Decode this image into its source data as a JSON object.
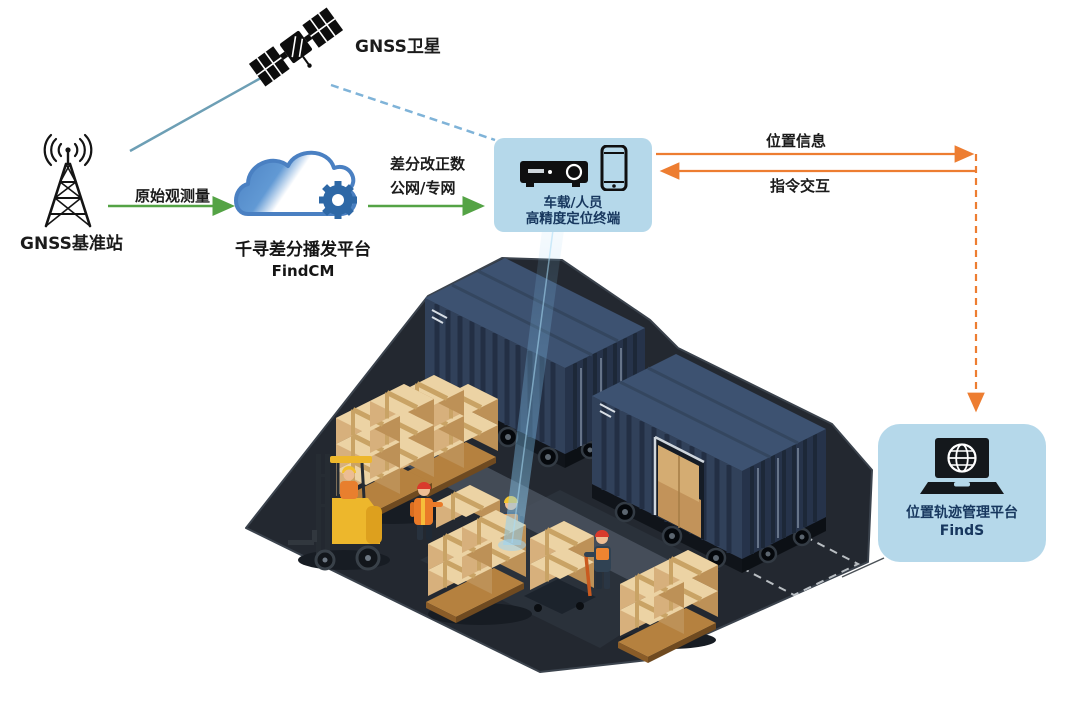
{
  "labels": {
    "satellite": "GNSS卫星",
    "base_station": "GNSS基准站",
    "raw_observation": "原始观测量",
    "cloud_line1": "千寻差分播发平台",
    "cloud_line2": "FindCM",
    "corrections_line1": "差分改正数",
    "corrections_line2": "公网/专网",
    "terminal_line1": "车载/人员",
    "terminal_line2": "高精度定位终端",
    "position_info": "位置信息",
    "command_interaction": "指令交互",
    "finds_line1": "位置轨迹管理平台",
    "finds_line2": "FindS"
  },
  "colors": {
    "callout_bg": "#b5d8ea",
    "callout_text": "#17375e",
    "green_arrow": "#54a345",
    "orange_arrow": "#ed7d31",
    "satellite_link_solid": "#6d9fb5",
    "satellite_link_dashed": "#7fb3d8",
    "cloud_blue": "#4a80c2",
    "container_navy": "#31415a",
    "box_tan": "#d7b07c",
    "forklift_yellow": "#edb72c"
  },
  "icons": {
    "satellite": "gnss-satellite-icon",
    "base_station": "radio-tower-icon",
    "cloud_platform": "cloud-gear-icon",
    "terminal": "receiver-and-smartphone-icon",
    "management_platform": "laptop-globe-icon"
  }
}
